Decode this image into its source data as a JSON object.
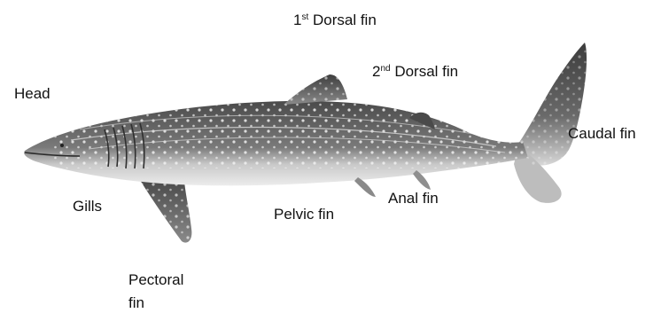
{
  "diagram": {
    "labels": {
      "dorsal1": {
        "ordinal": "1",
        "suffix": "st",
        "text": " Dorsal fin"
      },
      "dorsal2": {
        "ordinal": "2",
        "suffix": "nd",
        "text": " Dorsal fin"
      },
      "head": "Head",
      "caudal": "Caudal fin",
      "gills": "Gills",
      "anal": "Anal fin",
      "pelvic": "Pelvic fin",
      "pectoral_line1": "Pectoral",
      "pectoral_line2": "fin"
    }
  },
  "colors": {
    "body_dark": "#5a5a5a",
    "belly": "#e4e4e4",
    "spots": "#f2f2f2",
    "text": "#111111"
  }
}
